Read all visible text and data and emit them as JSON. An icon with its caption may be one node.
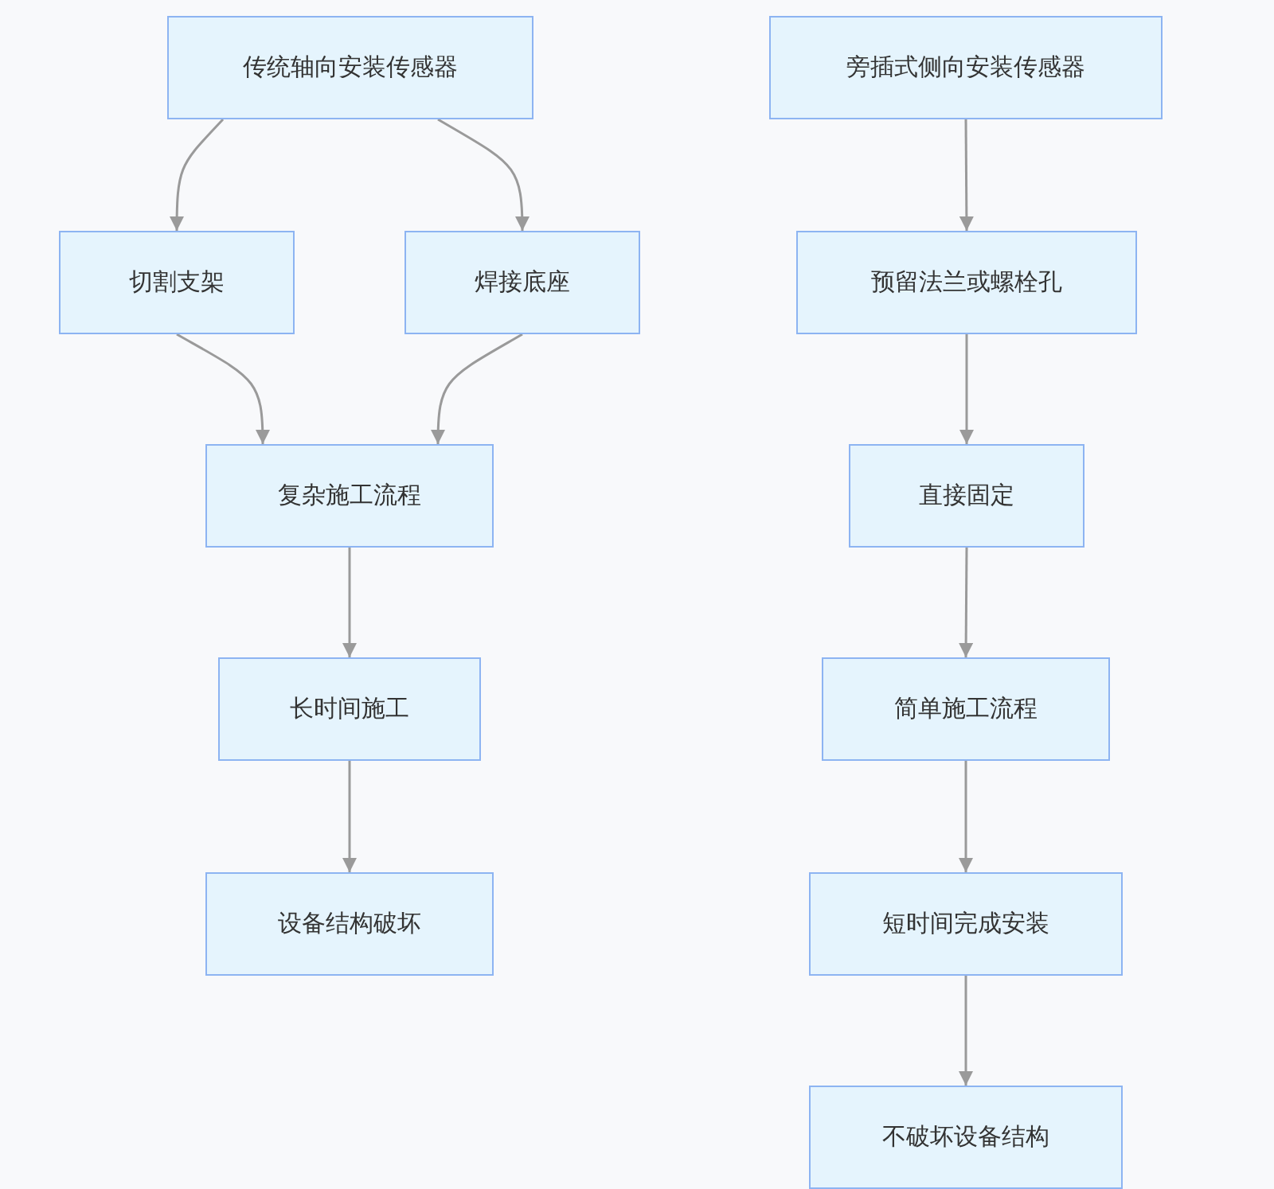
{
  "diagram": {
    "nodes": [
      {
        "text": [
          "传统轴向安装传感器"
        ]
      },
      {
        "text": [
          "切割支架"
        ]
      },
      {
        "text": [
          "焊接底座"
        ]
      },
      {
        "text": [
          "复杂施工流程"
        ]
      },
      {
        "text": [
          "长时间施工"
        ]
      },
      {
        "text": [
          "设备结构破坏"
        ]
      },
      {
        "text": [
          "旁插式侧向安装传感器"
        ]
      },
      {
        "text": [
          "预留法兰或螺栓孔"
        ]
      },
      {
        "text": [
          "直接固定"
        ]
      },
      {
        "text": [
          "简单施工流程"
        ]
      },
      {
        "text": [
          "短时间完成安装"
        ]
      },
      {
        "text": [
          "不破坏设备结构"
        ]
      }
    ],
    "edges": [
      {
        "from": 0,
        "to": 1,
        "arrow": "to"
      },
      {
        "from": 0,
        "to": 2,
        "arrow": "to"
      },
      {
        "from": 1,
        "to": 3,
        "arrow": "to"
      },
      {
        "from": 2,
        "to": 3,
        "arrow": "to"
      },
      {
        "from": 3,
        "to": 4,
        "arrow": "to"
      },
      {
        "from": 4,
        "to": 5,
        "arrow": "to"
      },
      {
        "from": 6,
        "to": 7,
        "arrow": "to"
      },
      {
        "from": 7,
        "to": 8,
        "arrow": "to"
      },
      {
        "from": 8,
        "to": 9,
        "arrow": "to"
      },
      {
        "from": 9,
        "to": 10,
        "arrow": "to"
      },
      {
        "from": 10,
        "to": 11,
        "arrow": "to"
      }
    ]
  }
}
